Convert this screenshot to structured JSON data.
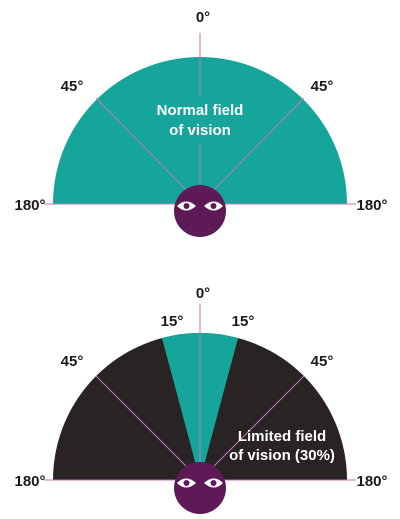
{
  "colors": {
    "normal_field": "#16a59b",
    "limited_blocked": "#2a2323",
    "eye_circle": "#5e1a57",
    "guide_line": "#c07aba",
    "text": "#1a1a1a",
    "label_text": "#ffffff"
  },
  "normal_diagram": {
    "label_line1": "Normal field",
    "label_line2": "of vision",
    "deg_top": "0°",
    "deg_left_45": "45°",
    "deg_right_45": "45°",
    "deg_left_180": "180°",
    "deg_right_180": "180°"
  },
  "limited_diagram": {
    "label_line1": "Limited field",
    "label_line2": "of vision (30%)",
    "deg_top": "0°",
    "deg_left_15": "15°",
    "deg_right_15": "15°",
    "deg_left_45": "45°",
    "deg_right_45": "45°",
    "deg_left_180": "180°",
    "deg_right_180": "180°"
  },
  "icons": {
    "eyes": "eyes-icon"
  }
}
